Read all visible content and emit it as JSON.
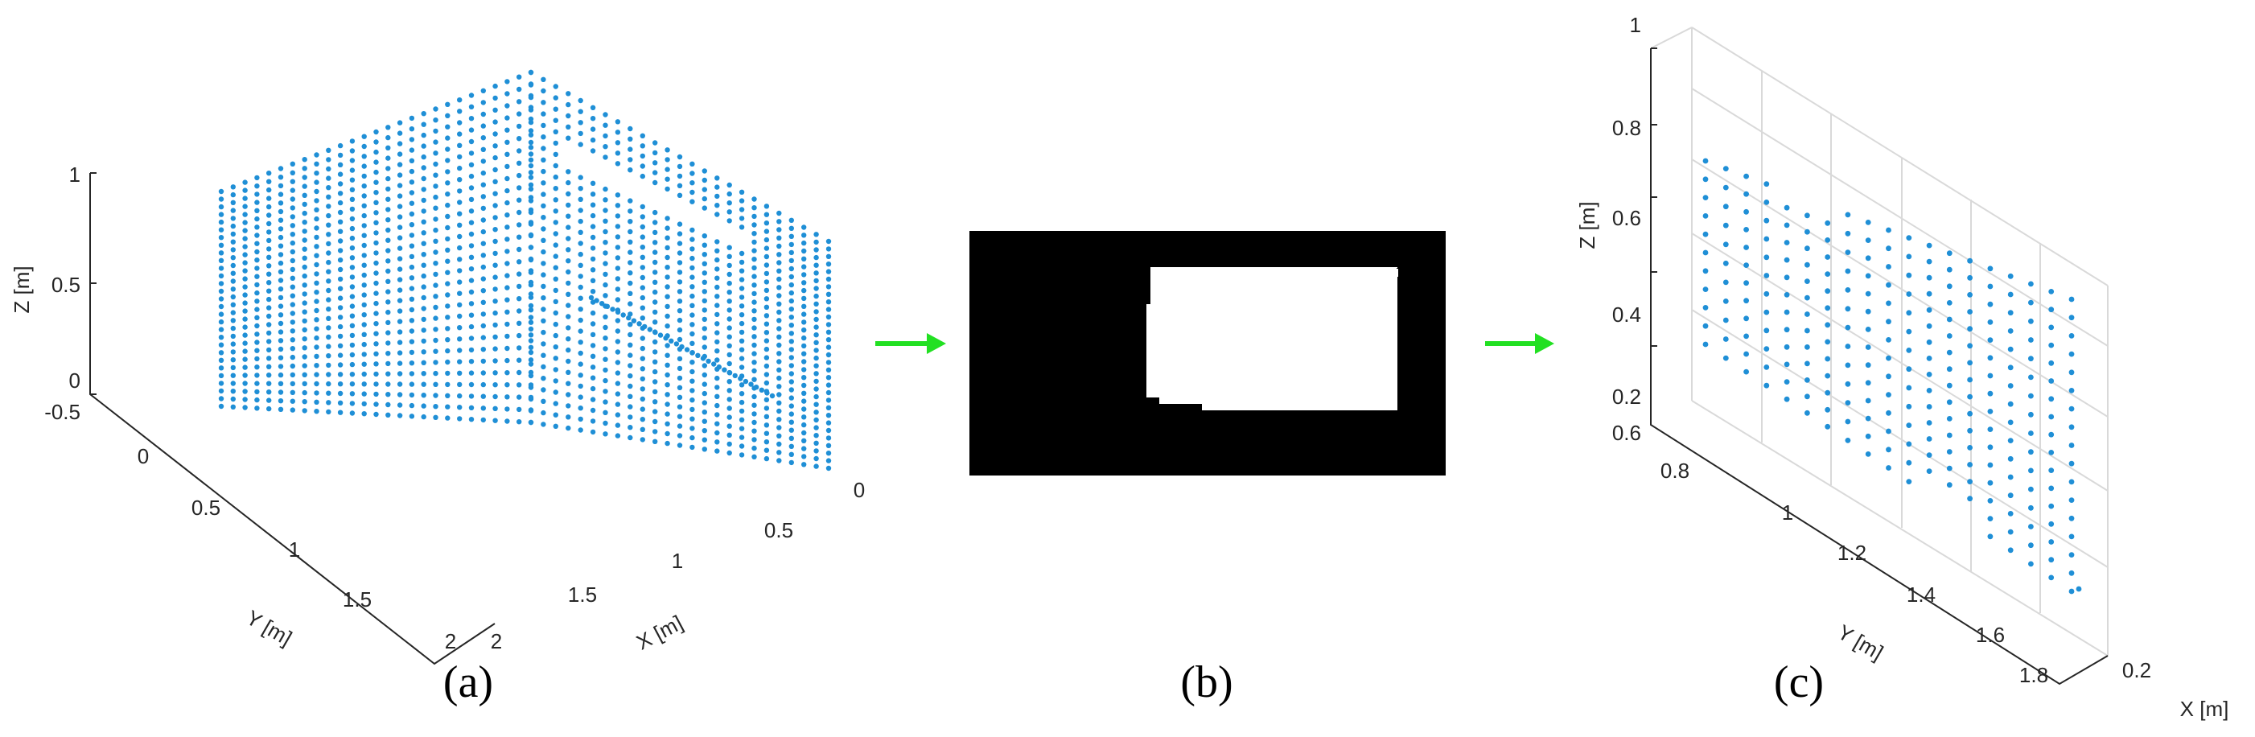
{
  "panels": {
    "a": {
      "caption": "(a)",
      "z_label": "Z [m]",
      "y_label": "Y [m]",
      "x_label": "X [m]",
      "z_ticks": [
        "1",
        "0.5",
        "0"
      ],
      "y_ticks": [
        "-0.5",
        "0",
        "0.5",
        "1",
        "1.5",
        "2"
      ],
      "x_ticks": [
        "0",
        "0.5",
        "1",
        "1.5",
        "2"
      ],
      "point_color": "#1f8fd6"
    },
    "b": {
      "caption": "(b)",
      "background": "#000000",
      "foreground": "#ffffff"
    },
    "c": {
      "caption": "(c)",
      "z_label": "Z [m]",
      "y_label": "Y [m]",
      "x_label": "X [m]",
      "z_ticks": [
        "1",
        "0.8",
        "0.6",
        "0.4",
        "0.2"
      ],
      "y_ticks": [
        "0.6",
        "0.8",
        "1",
        "1.2",
        "1.4",
        "1.6",
        "1.8"
      ],
      "x_ticks": [
        "0.2"
      ],
      "point_color": "#1f8fd6"
    }
  },
  "arrow_color": "#22e022"
}
